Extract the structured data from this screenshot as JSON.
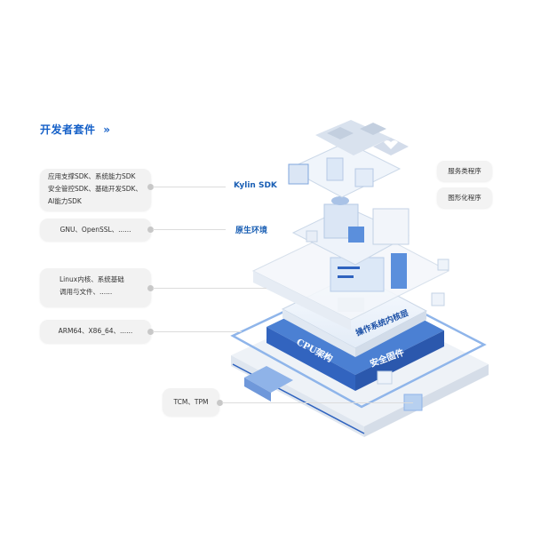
{
  "title": "开发者套件",
  "title_icon": "double-chevron-right-icon",
  "left_boxes": [
    {
      "lines": [
        "应用支撑SDK、系统能力SDK",
        "安全管控SDK、基础开发SDK、",
        "AI能力SDK"
      ]
    },
    {
      "lines": [
        "GNU、OpenSSL、......"
      ]
    },
    {
      "lines": [
        "Linux内核、系统基础",
        "调用与文件、......"
      ]
    },
    {
      "lines": [
        "ARM64、X86_64、......"
      ]
    },
    {
      "lines": [
        "TCM、TPM"
      ]
    }
  ],
  "layer_labels": {
    "kylin_sdk": "Kylin SDK",
    "native_env": "原生环境"
  },
  "right_boxes": [
    "服务类程序",
    "图形化程序"
  ],
  "diagram_labels": {
    "kernel": "操作系统内核层",
    "cpu": "CPU架构",
    "firmware": "安全固件"
  },
  "colors": {
    "accent": "#1560c8",
    "stack_blue": "#3b73c9",
    "box_bg": "#f2f2f2"
  }
}
